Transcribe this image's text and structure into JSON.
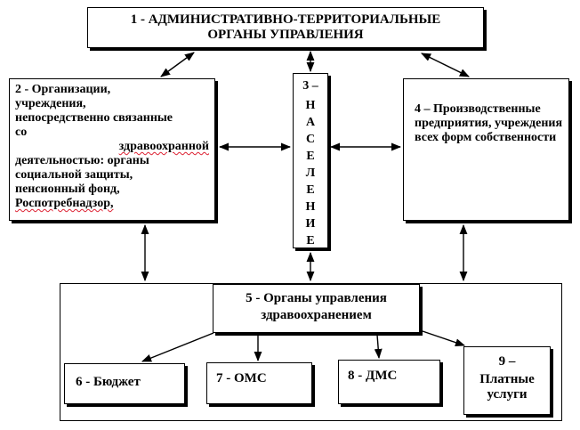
{
  "nodes": {
    "n1": {
      "line1": "1 - АДМИНИСТРАТИВНО-ТЕРРИТОРИАЛЬНЫЕ",
      "line2": "ОРГАНЫ УПРАВЛЕНИЯ"
    },
    "n2": {
      "lines": [
        "2 - Организации,",
        "учреждения,",
        "непосредственно связанные",
        "со",
        "здравоохранной",
        "деятельностью: органы",
        "социальной защиты,",
        "пенсионный фонд,",
        "Роспотребнадзор,"
      ]
    },
    "n3": {
      "label": "3 –",
      "letters": [
        "Н",
        "А",
        "С",
        "Е",
        "Л",
        "Е",
        "Н",
        "И",
        "Е"
      ]
    },
    "n4": {
      "text": "4 – Производственные предприятия, учреждения всех форм собственности"
    },
    "n5": {
      "line1": "5 - Органы управления",
      "line2": "здравоохранением"
    },
    "n6": {
      "text": "6 - Бюджет"
    },
    "n7": {
      "text": "7 - ОМС"
    },
    "n8": {
      "text": "8 - ДМС"
    },
    "n9": {
      "line1": "9 –",
      "line2": "Платные",
      "line3": "услуги"
    }
  },
  "edges": [
    {
      "from": "n1",
      "to": "n2",
      "type": "bidirectional"
    },
    {
      "from": "n1",
      "to": "n3",
      "type": "bidirectional"
    },
    {
      "from": "n1",
      "to": "n4",
      "type": "bidirectional"
    },
    {
      "from": "n2",
      "to": "n3",
      "type": "bidirectional"
    },
    {
      "from": "n3",
      "to": "n4",
      "type": "bidirectional"
    },
    {
      "from": "n2",
      "to": "container",
      "type": "bidirectional"
    },
    {
      "from": "n3",
      "to": "container",
      "type": "bidirectional"
    },
    {
      "from": "n4",
      "to": "container",
      "type": "bidirectional"
    },
    {
      "from": "n5",
      "to": "n6",
      "type": "directed"
    },
    {
      "from": "n5",
      "to": "n7",
      "type": "directed"
    },
    {
      "from": "n5",
      "to": "n8",
      "type": "directed"
    },
    {
      "from": "n5",
      "to": "n9",
      "type": "directed"
    }
  ],
  "colors": {
    "line": "#000000",
    "spellcheck_underline": "#dd2233"
  }
}
